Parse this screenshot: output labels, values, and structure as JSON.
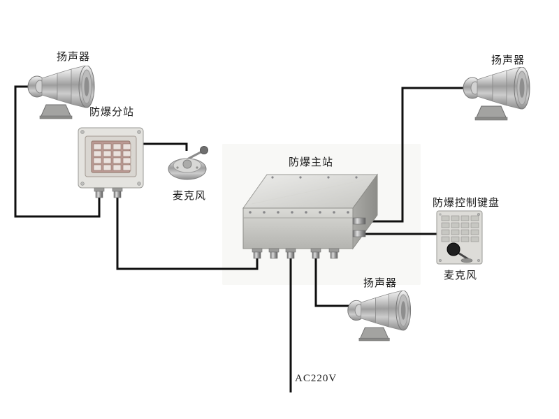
{
  "diagram": {
    "nodes": {
      "speaker_tl": {
        "label": "扬声器",
        "type": "horn-speaker"
      },
      "speaker_tr": {
        "label": "扬声器",
        "type": "horn-speaker"
      },
      "speaker_bot": {
        "label": "扬声器",
        "type": "horn-speaker"
      },
      "substation": {
        "label": "防爆分站",
        "type": "explosion-proof-substation"
      },
      "main_station": {
        "label": "防爆主站",
        "type": "explosion-proof-main-station"
      },
      "mic_left": {
        "label": "麦克风",
        "type": "microphone"
      },
      "mic_right": {
        "label": "麦克风",
        "type": "microphone"
      },
      "keyboard": {
        "label": "防爆控制键盘",
        "type": "control-keyboard"
      },
      "power": {
        "label": "AC220V",
        "type": "power-feed"
      }
    },
    "edges": [
      "speaker_tl - substation",
      "substation - mic_left",
      "substation - main_station",
      "main_station - speaker_tr",
      "main_station - keyboard",
      "main_station - speaker_bot",
      "main_station - power"
    ],
    "colors": {
      "wire": "#0f0f0f",
      "background": "#ffffff",
      "metal_light": "#e6e6e3",
      "metal_dark": "#9a9a97"
    }
  }
}
